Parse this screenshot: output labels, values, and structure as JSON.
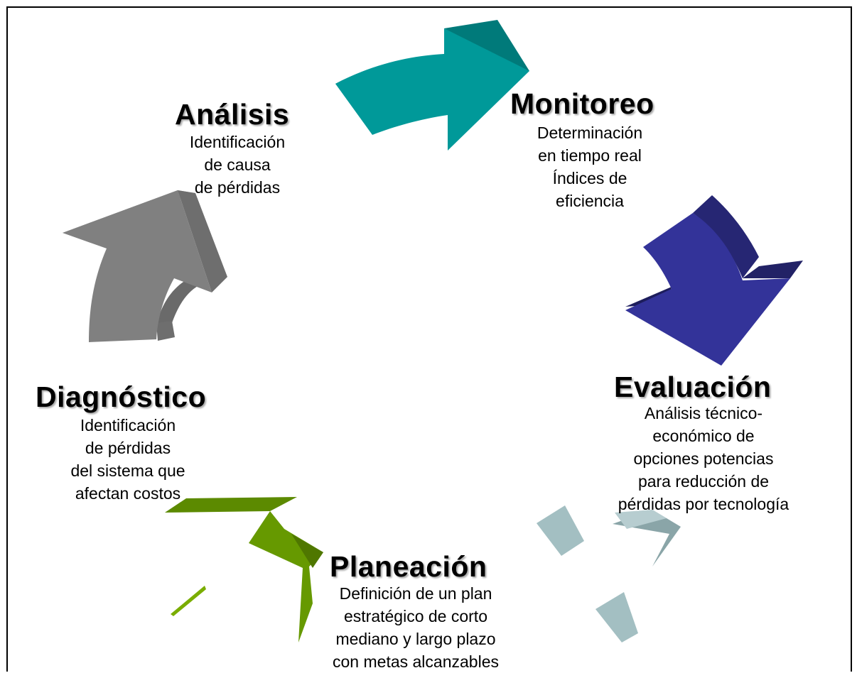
{
  "stages": {
    "analisis": {
      "title": "Análisis",
      "lines": [
        "Identificación",
        "de causa",
        "de pérdidas"
      ]
    },
    "monitoreo": {
      "title": "Monitoreo",
      "lines": [
        "Determinación",
        "en tiempo real",
        "Índices de",
        "eficiencia"
      ]
    },
    "evaluacion": {
      "title": "Evaluación",
      "lines": [
        "Análisis técnico-",
        "económico de",
        "opciones potencias",
        "para reducción de",
        "pérdidas por tecnología"
      ]
    },
    "planeacion": {
      "title": "Planeación",
      "lines": [
        "Definición de un plan",
        "estratégico de corto",
        "mediano y largo plazo",
        "con metas alcanzables"
      ]
    },
    "diagnostico": {
      "title": "Diagnóstico",
      "lines": [
        "Identificación",
        "de pérdidas",
        "del sistema que",
        "afectan costos"
      ]
    }
  },
  "colors": {
    "analisis_monitoreo_arrow": "#009999",
    "monitoreo_evaluacion_arrow": "#333399",
    "evaluacion_planeacion_arrow": "#a3bfc2",
    "planeacion_diagnostico_arrow": "#669900",
    "diagnostico_analisis_arrow": "#808080"
  }
}
